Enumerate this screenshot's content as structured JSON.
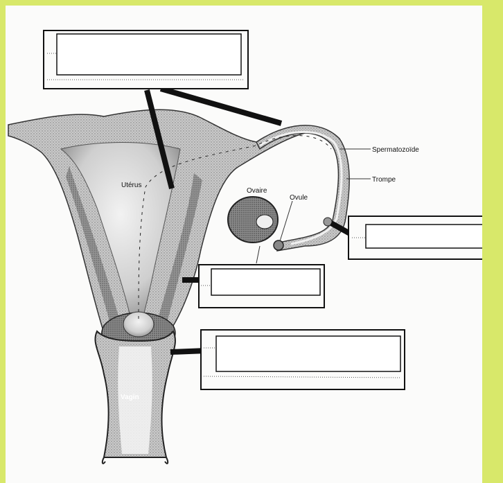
{
  "labels": {
    "uterus": "Utérus",
    "ovary": "Ovaire",
    "ovule": "Ovule",
    "sperm": "Spermatozoïde",
    "tube": "Trompe",
    "vagina": "Vagin"
  },
  "answer_boxes": [
    {
      "id": "box-top",
      "value": ""
    },
    {
      "id": "box-right",
      "value": ""
    },
    {
      "id": "box-middle",
      "value": ""
    },
    {
      "id": "box-bottom",
      "value": ""
    }
  ],
  "colors": {
    "frame": "#d8e86a",
    "sheet": "#fbfbfa",
    "pointer": "#111111"
  }
}
